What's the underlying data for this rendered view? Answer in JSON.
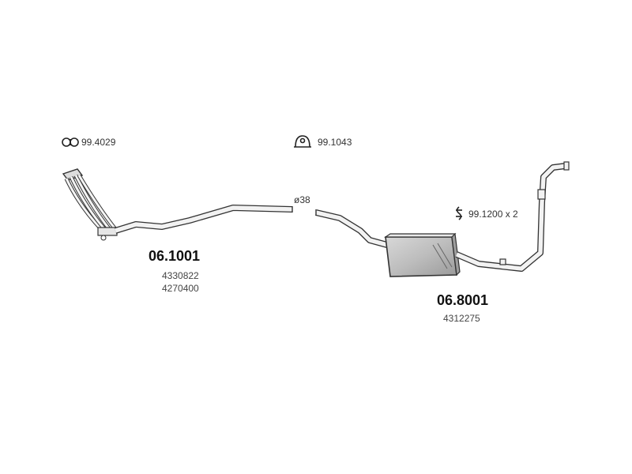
{
  "accessories": {
    "gasket": {
      "code": "99.4029",
      "icon": "gasket-icon"
    },
    "clamp": {
      "code": "99.1043",
      "icon": "clamp-icon"
    },
    "hanger": {
      "code": "99.1200 x 2",
      "icon": "rubber-hanger-icon"
    }
  },
  "front_section": {
    "part_number": "06.1001",
    "diameter": "ø38",
    "oem_refs": [
      "4330822",
      "4270400"
    ]
  },
  "rear_section": {
    "part_number": "06.8001",
    "oem_refs": [
      "4312275"
    ]
  }
}
